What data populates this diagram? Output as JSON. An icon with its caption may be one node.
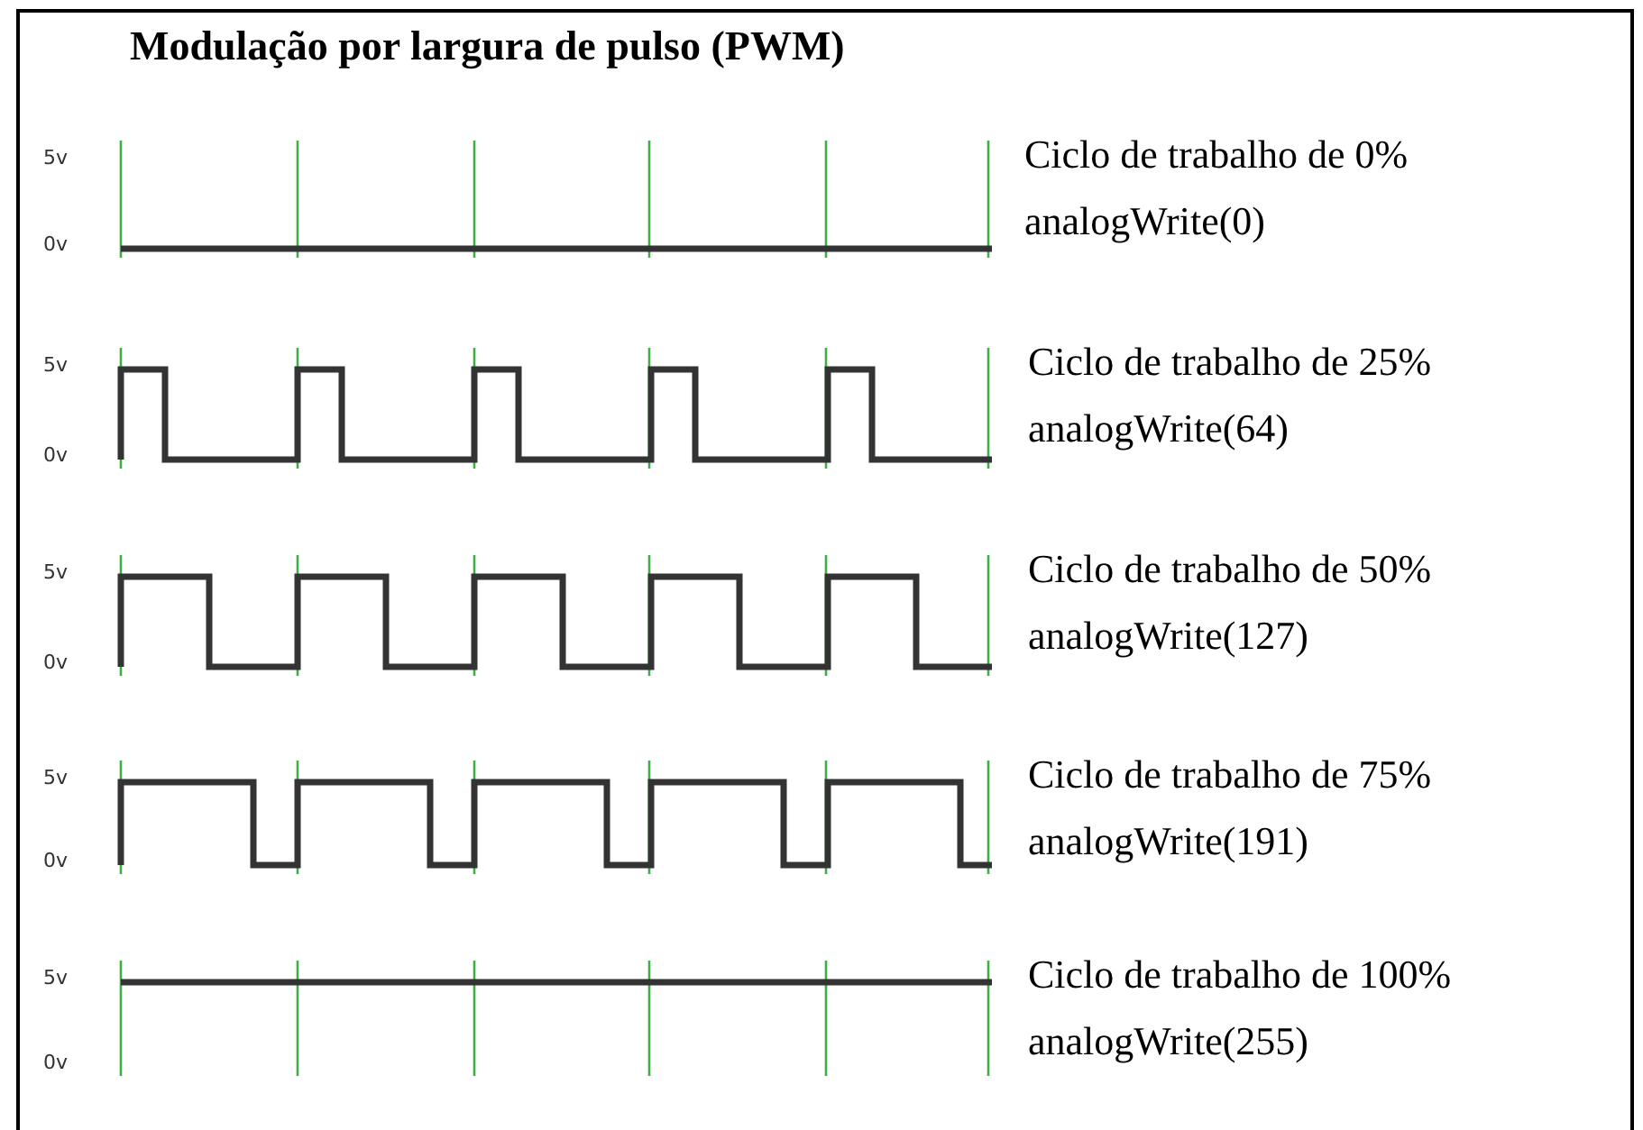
{
  "diagram": {
    "title": "Modulação por largura de pulso (PWM)",
    "labels": [
      "5v",
      "0v",
      "Ciclo de trabalho de 0%",
      "analogWrite(0)",
      "5v",
      "0v",
      "Ciclo de trabalho de 25%",
      "analogWrite(64)",
      "5v",
      "0v",
      "Ciclo de trabalho de 50%",
      "analogWrite(127)",
      "5v",
      "0v",
      "Ciclo de trabalho de 75%",
      "analogWrite(191)",
      "5v",
      "0v",
      "Ciclo de trabalho de 100%",
      "analogWrite(255)"
    ]
  }
}
